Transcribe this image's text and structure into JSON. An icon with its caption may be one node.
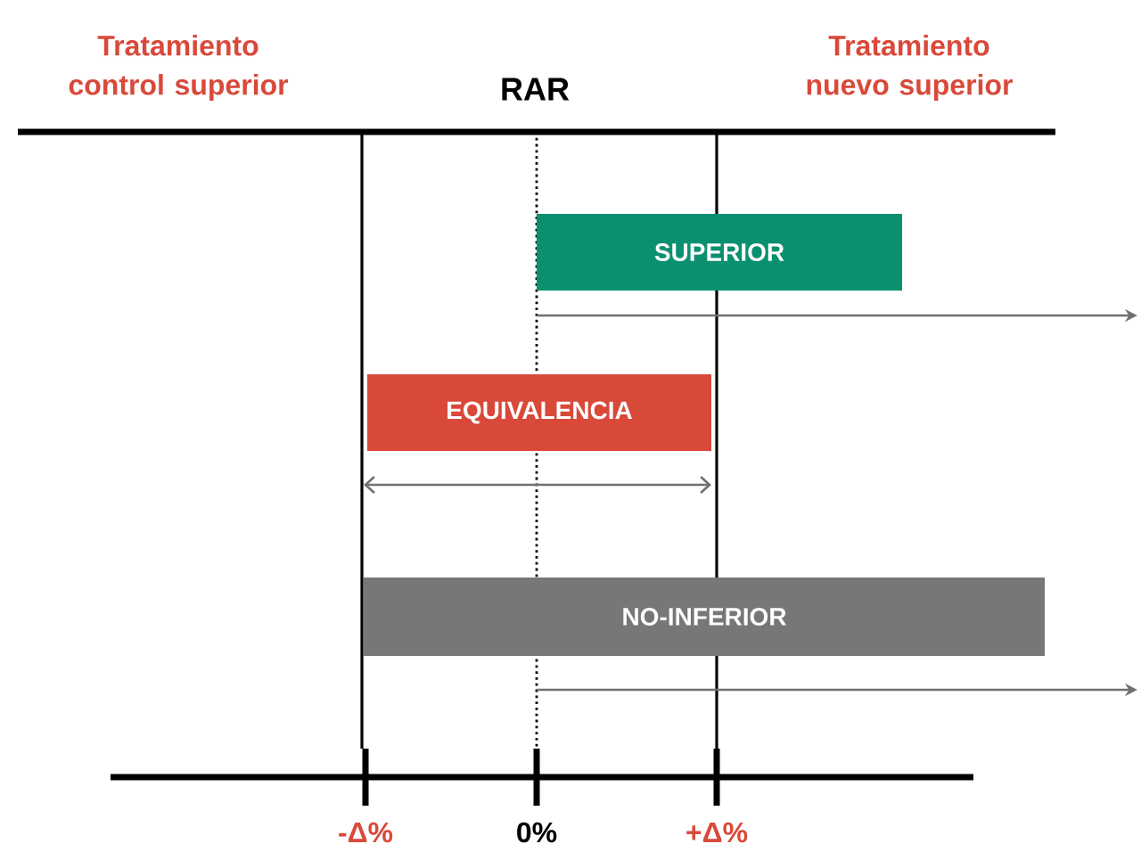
{
  "diagram": {
    "nodes": [
      {
        "text": [
          "SUPERIOR"
        ]
      },
      {
        "text": [
          "EQUIVALENCIA"
        ]
      },
      {
        "text": [
          "NO-INFERIOR"
        ]
      }
    ],
    "labels": [
      "Tratamiento control superior",
      "RAR",
      "Tratamiento nuevo superior",
      "-Δ%",
      "0%",
      "+Δ%"
    ]
  }
}
